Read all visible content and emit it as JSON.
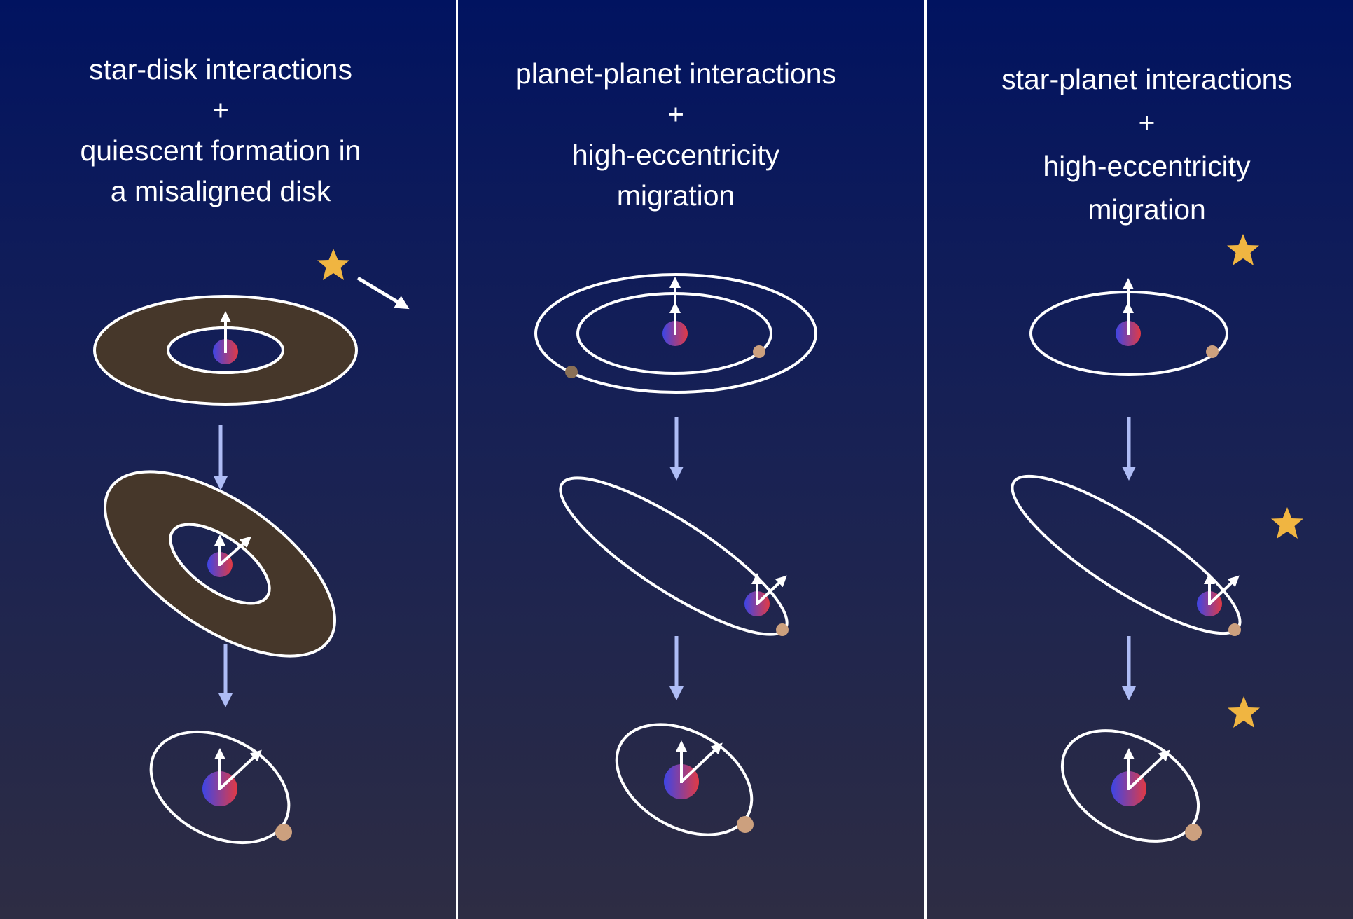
{
  "panels": [
    {
      "title_lines": [
        "star-disk interactions",
        "+",
        "quiescent formation in",
        "a misaligned disk"
      ]
    },
    {
      "title_lines": [
        "planet-planet interactions",
        "+",
        "high-eccentricity",
        "migration"
      ]
    },
    {
      "title_lines": [
        "star-planet interactions",
        "+",
        "high-eccentricity",
        "migration"
      ]
    }
  ],
  "colors": {
    "background_top": "#011360",
    "background_bottom": "#2e2d44",
    "disk_fill": "#46372a",
    "orbit_stroke": "#ffffff",
    "flow_arrow": "#aebcf5",
    "companion_star": "#f0b541",
    "planet": "#cca07e",
    "star_gradient": [
      "#3d45e6",
      "#e23a44"
    ]
  },
  "icons": {
    "companion_star": "five-point-star",
    "flow_arrow": "down-arrow",
    "spin_axis": "up-arrow",
    "orbit_normal": "diagonal-arrow"
  }
}
